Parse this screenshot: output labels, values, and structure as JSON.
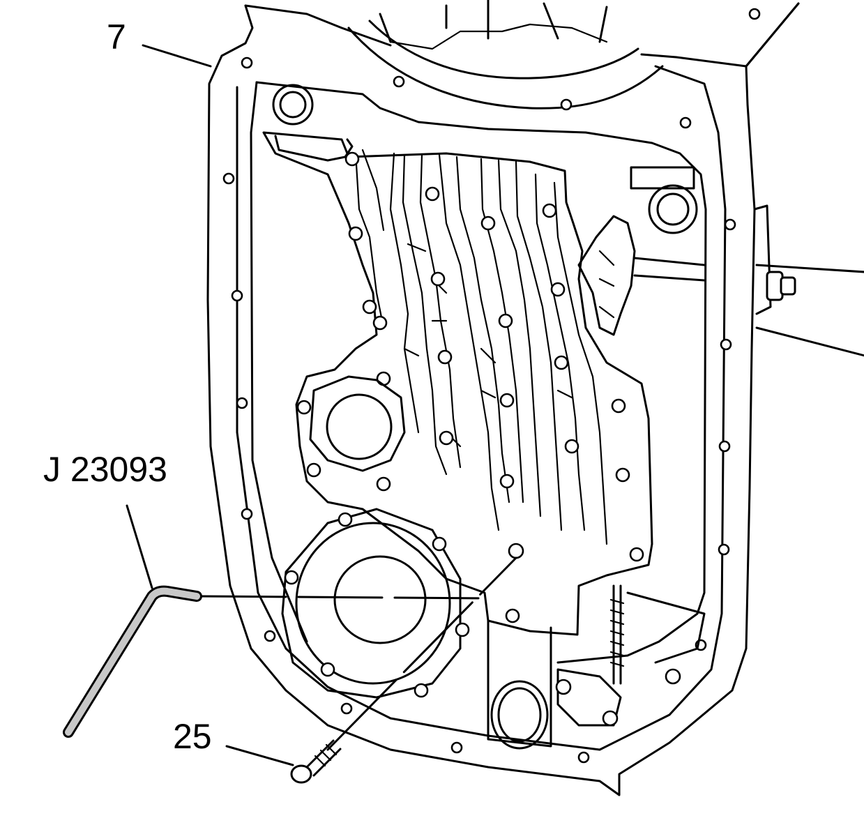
{
  "callouts": [
    {
      "id": "case",
      "label": "7"
    },
    {
      "id": "tool",
      "label": "J 23093"
    },
    {
      "id": "bolt",
      "label": "25"
    }
  ],
  "colors": {
    "line": "#000000",
    "background": "#ffffff",
    "tool_fill": "#c8c8c8"
  }
}
